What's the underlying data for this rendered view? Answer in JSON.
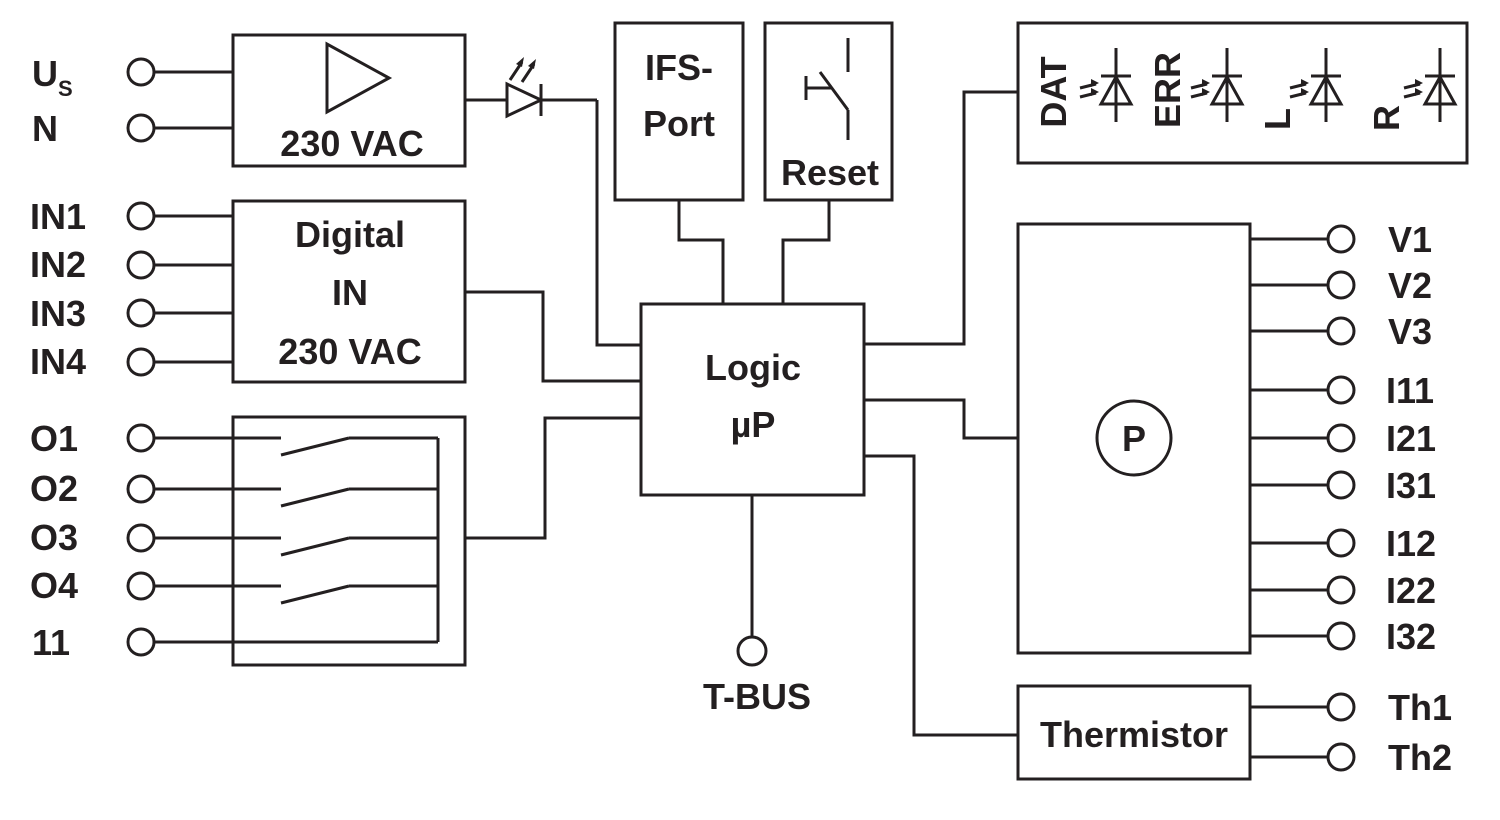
{
  "terminals": {
    "us_main": "U",
    "us_sub": "S",
    "n": "N",
    "in1": "IN1",
    "in2": "IN2",
    "in3": "IN3",
    "in4": "IN4",
    "o1": "O1",
    "o2": "O2",
    "o3": "O3",
    "o4": "O4",
    "c11": "11",
    "v1": "V1",
    "v2": "V2",
    "v3": "V3",
    "i11": "I11",
    "i21": "I21",
    "i31": "I31",
    "i12": "I12",
    "i22": "I22",
    "i32": "I32",
    "th1": "Th1",
    "th2": "Th2",
    "tbus": "T-BUS"
  },
  "blocks": {
    "power_label": "230 VAC",
    "digital_line1": "Digital",
    "digital_line2": "IN",
    "digital_line3": "230 VAC",
    "ifs_line1": "IFS-",
    "ifs_line2": "Port",
    "reset": "Reset",
    "logic_line1": "Logic",
    "logic_line2": "µP",
    "meter_symbol": "P",
    "thermistor": "Thermistor"
  },
  "leds": [
    "DAT",
    "ERR",
    "L",
    "R"
  ],
  "colors": {
    "line": "#231f20",
    "background": "#ffffff"
  }
}
